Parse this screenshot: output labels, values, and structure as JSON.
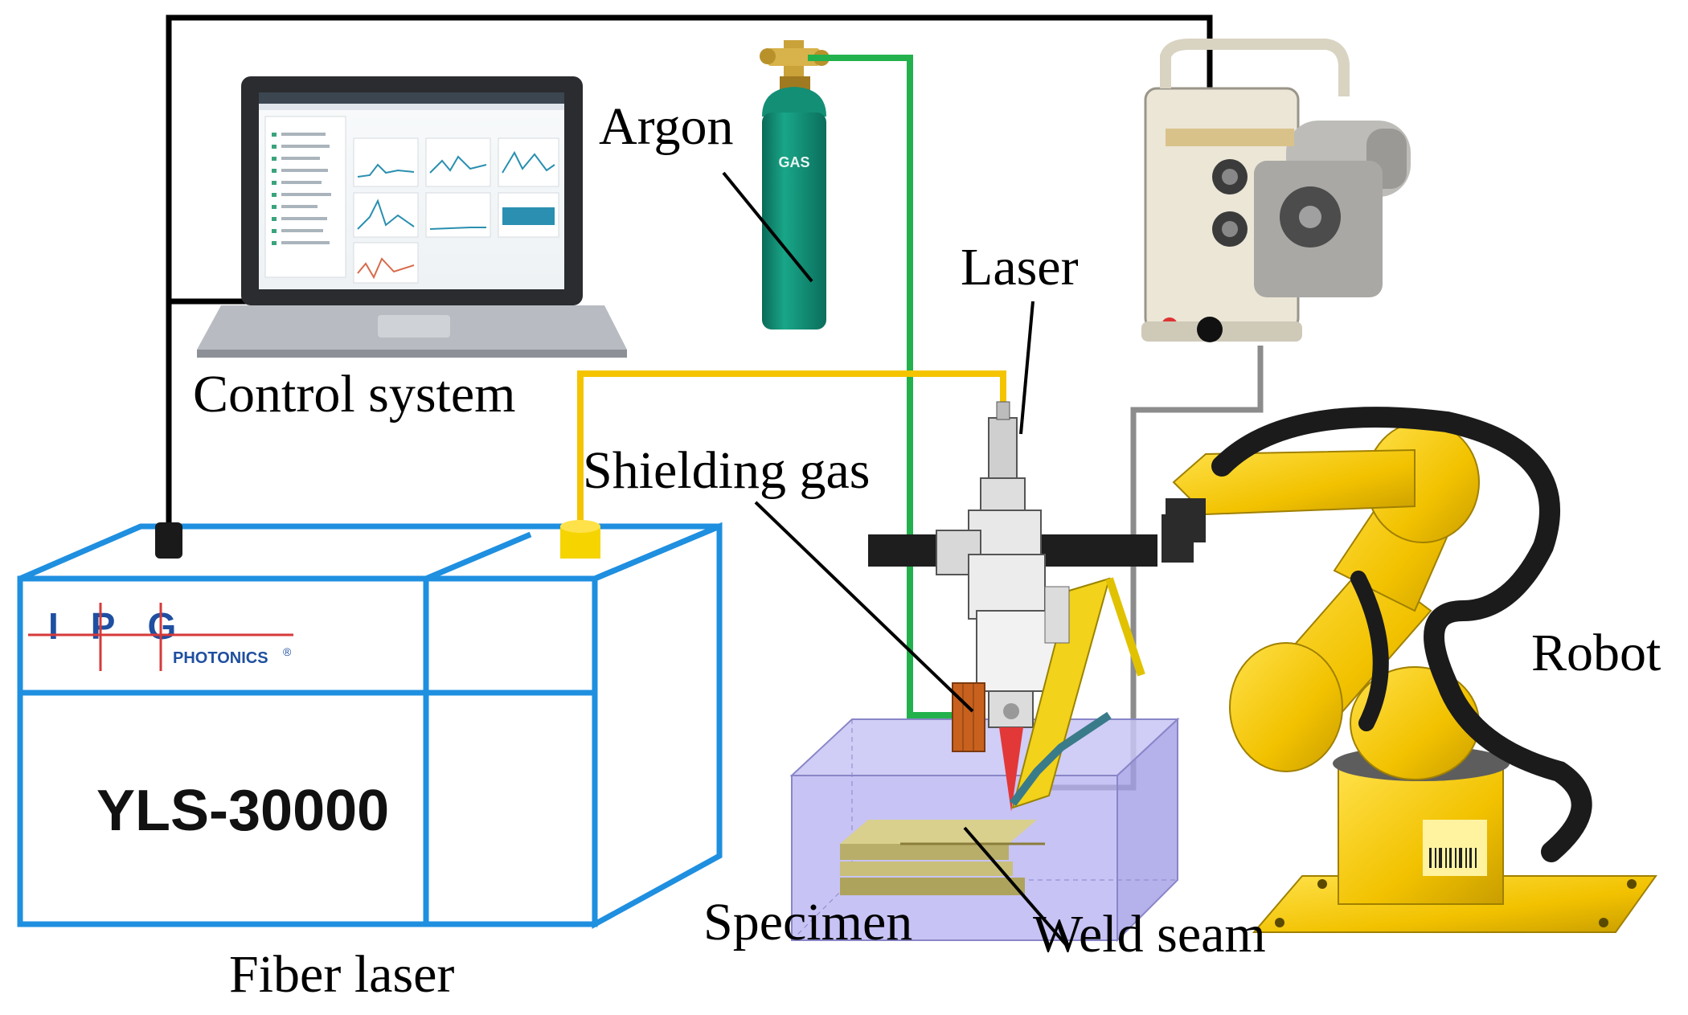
{
  "labels": {
    "argon": "Argon",
    "laser": "Laser",
    "control_system": "Control system",
    "shielding_gas": "Shielding gas",
    "robot": "Robot",
    "specimen": "Specimen",
    "weld_seam": "Weld seam",
    "fiber_laser": "Fiber laser"
  },
  "fiber_laser_unit": {
    "model": "YLS-30000",
    "logo_text": "IPG",
    "logo_subtext": "PHOTONICS",
    "logo_mark": "®"
  },
  "gas_cylinder": {
    "text": "GAS"
  },
  "colors": {
    "control_cable": "#000000",
    "argon_line": "#22b14c",
    "shielding_gas_line": "#f5c400",
    "wire_feed_line": "#8c8c8c",
    "fiber_laser_box": "#1f8fe0",
    "cylinder": "#0f8a72",
    "robot": "#f2c200",
    "specimen": "#b8b4f0"
  },
  "icons": [
    "laptop-icon",
    "gas-cylinder-icon",
    "wire-feeder-icon",
    "welding-head-icon",
    "robot-arm-icon"
  ]
}
